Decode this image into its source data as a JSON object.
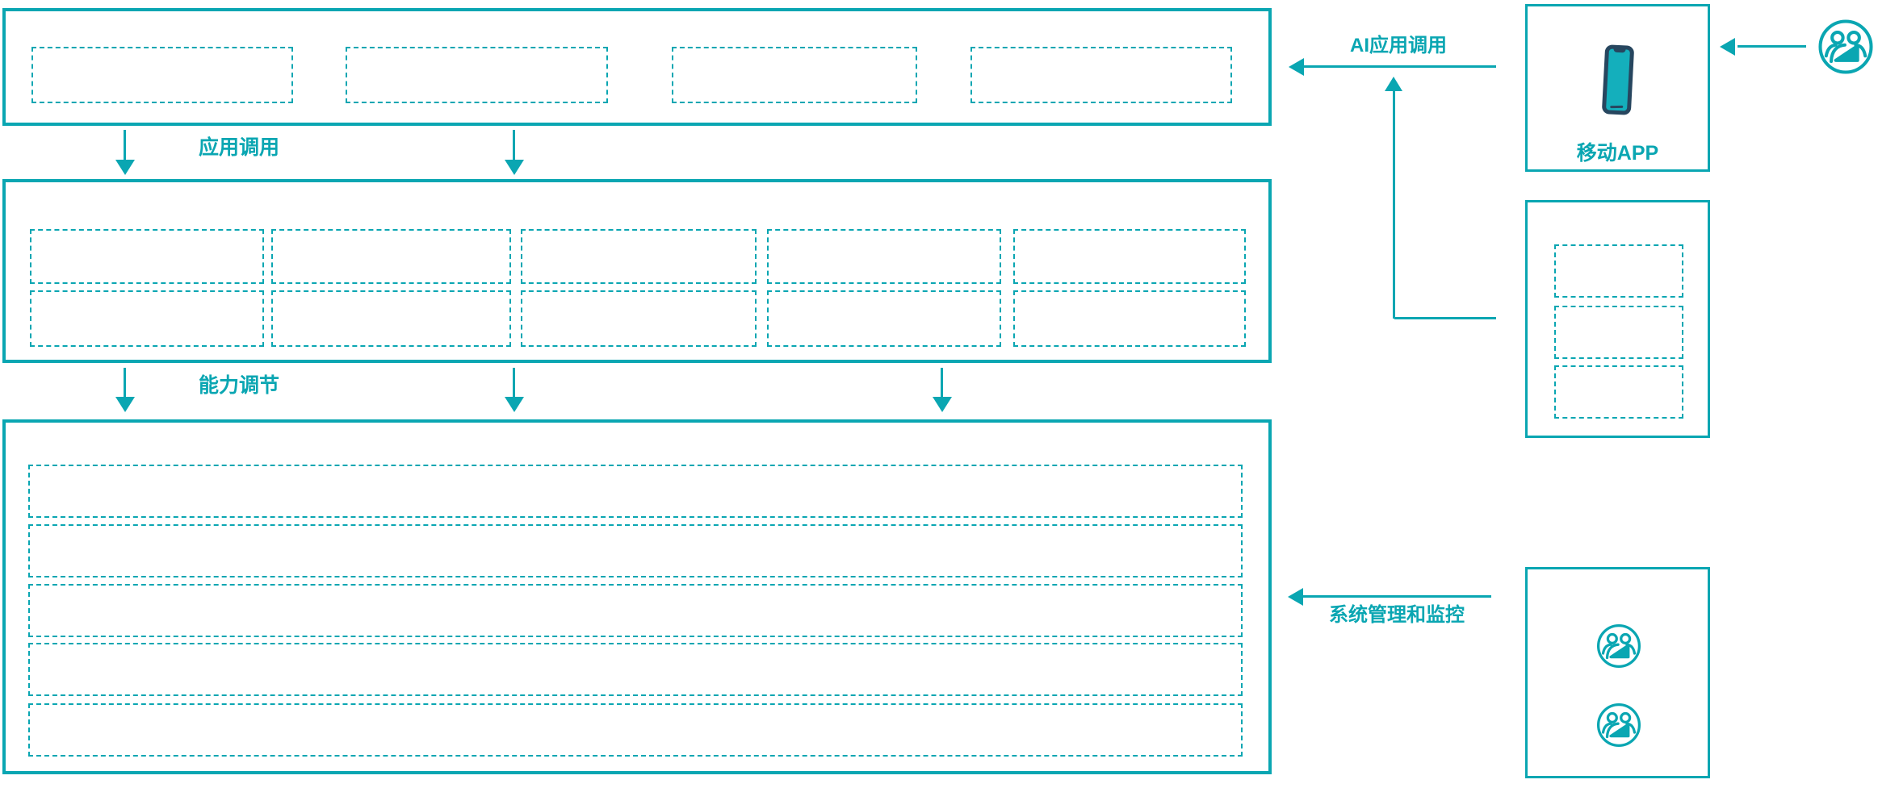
{
  "colors": {
    "teal": "#0AA6B2",
    "navy": "#27465F",
    "background": "#ffffff"
  },
  "labels": {
    "app_call": "应用调用",
    "capability_adjust": "能力调节",
    "ai_app_call": "AI应用调用",
    "system_monitor": "系统管理和监控"
  },
  "left_stack": {
    "top_layer": {
      "placeholder_count": 4
    },
    "middle_layer": {
      "placeholder_rows": 2,
      "placeholder_cols": 5
    },
    "bottom_layer": {
      "placeholder_rows": 5
    }
  },
  "right_column": {
    "mobile_box": {
      "label": "移动APP",
      "icon": "mobile-phone-icon"
    },
    "component_box": {
      "placeholder_count": 3
    },
    "monitor_box": {
      "icons": [
        "user-group-icon",
        "user-group-icon"
      ]
    }
  },
  "actors": {
    "top_right_user": "user-group-icon"
  }
}
